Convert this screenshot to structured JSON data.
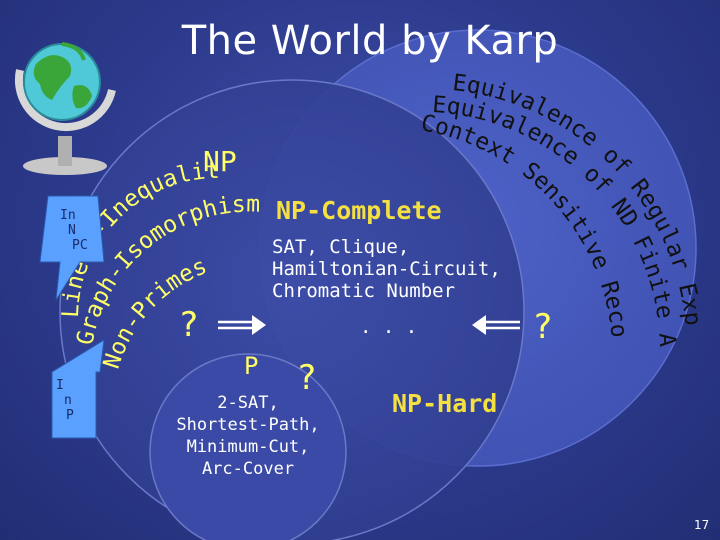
{
  "slide": {
    "title": "The World by Karp",
    "page_number": "17"
  },
  "np_region": {
    "label": "NP",
    "arc_lines": [
      "Linear-Inequalities",
      "Graph-Isomorphism,",
      "Non-Primes"
    ]
  },
  "npc_region": {
    "label": "NP-Complete",
    "problems": [
      "SAT, Clique,",
      "Hamiltonian-Circuit,",
      "Chromatic Number"
    ],
    "ellipsis": ". . ."
  },
  "p_region": {
    "label": "P",
    "problems": [
      "2-SAT,",
      "Shortest-Path,",
      "Minimum-Cut,",
      "Arc-Cover"
    ]
  },
  "nphard_region": {
    "label": "NP-Hard",
    "arc_lines": [
      "Equivalence of Regular Expression,",
      "Equivalence of ND Finite Automata,",
      "Context Sensitive Recognition"
    ]
  },
  "callouts": {
    "top": [
      "In",
      "N",
      "PC"
    ],
    "bottom": [
      "I",
      "n",
      "P"
    ]
  },
  "question_mark": "?",
  "colors": {
    "background": "#2c3a8c",
    "np_circle": "#3a4aa0",
    "nphard_circle": "#4a5cc0",
    "accent_text": "#ffff66",
    "callout_fill": "#5aa0ff"
  },
  "icons": [
    "globe-icon"
  ]
}
